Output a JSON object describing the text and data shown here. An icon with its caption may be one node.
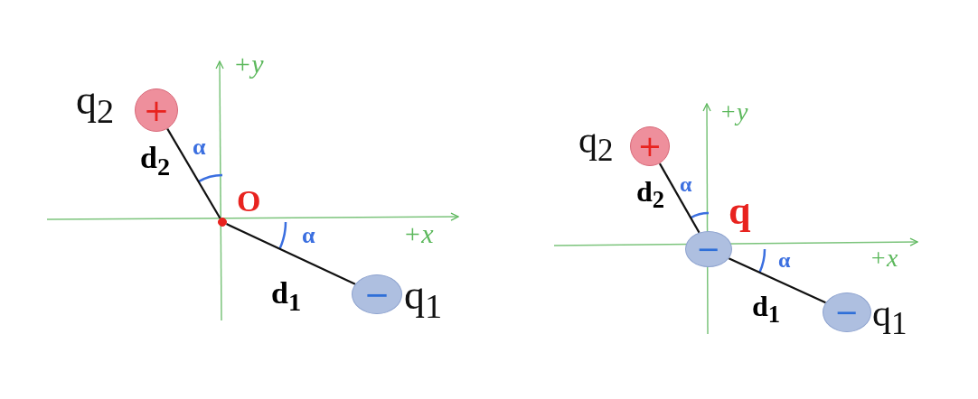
{
  "diagram": {
    "nodes": [
      {
        "text": [
          "+"
        ],
        "beside": [
          "q$_{2}$"
        ]
      },
      {
        "text": [],
        "shape": "circle",
        "beside": [
          "O"
        ]
      },
      {
        "text": [
          "−"
        ],
        "beside": [
          "q$_{1}$"
        ]
      },
      {
        "text": [
          "+"
        ],
        "beside": [
          "q$_{2}$"
        ]
      },
      {
        "text": [
          "−"
        ],
        "beside": [
          "q"
        ]
      },
      {
        "text": [
          "−"
        ],
        "beside": [
          "q$_{1}$"
        ]
      }
    ],
    "edges": [
      {
        "from": 0,
        "to": 1,
        "arrow": "none",
        "label": "d$_{2}$"
      },
      {
        "from": 1,
        "to": 2,
        "arrow": "none",
        "label": "d$_{1}$"
      },
      {
        "from": 3,
        "to": 4,
        "arrow": "none",
        "label": "d$_{2}$"
      },
      {
        "from": 4,
        "to": 5,
        "arrow": "none",
        "label": "d$_{1}$"
      }
    ],
    "labels": [
      "+y",
      "α",
      "α",
      "+x",
      "+y",
      "α",
      "α",
      "+x"
    ]
  }
}
